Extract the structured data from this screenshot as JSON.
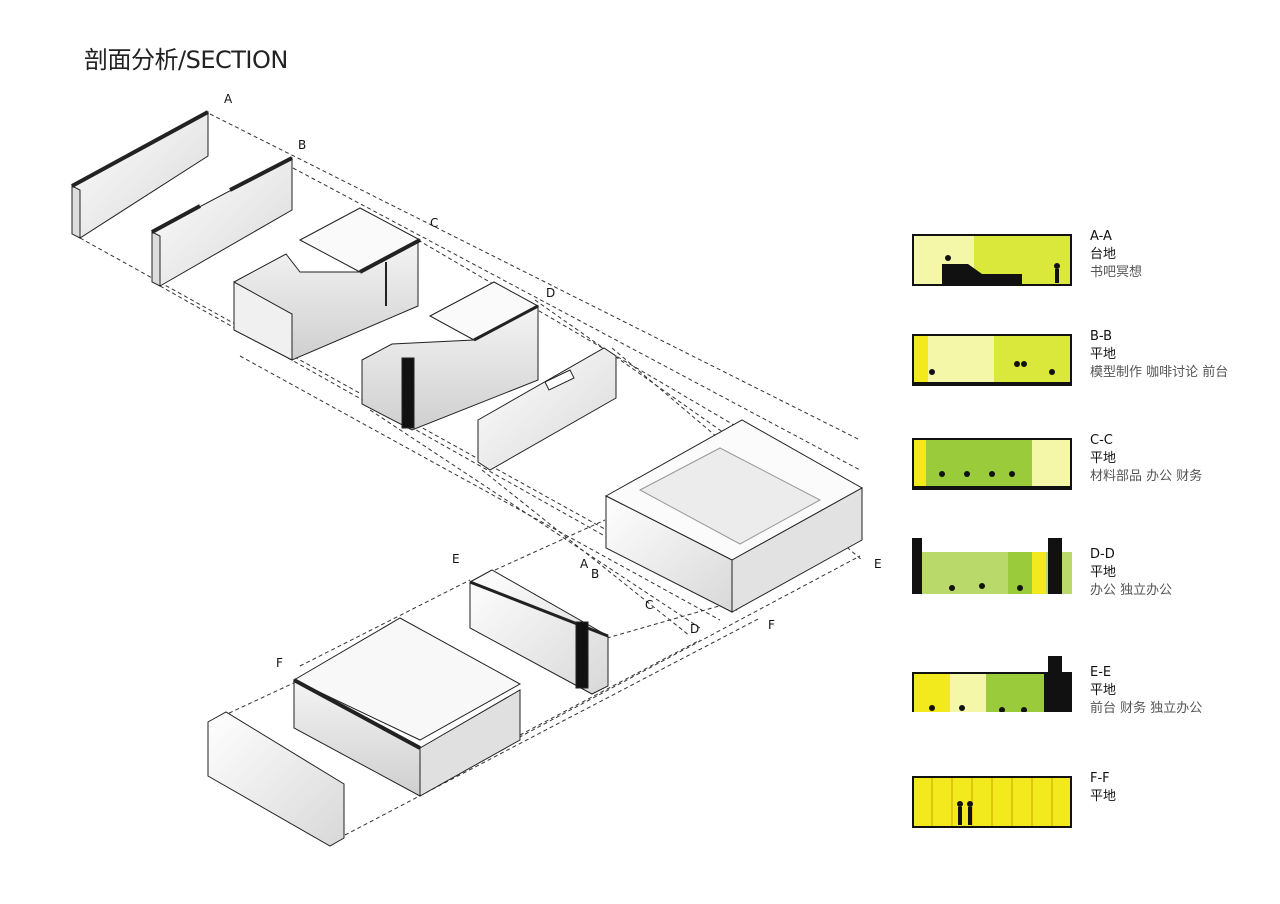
{
  "title": "剖面分析/SECTION",
  "section_markers": [
    "A",
    "B",
    "C",
    "D",
    "E",
    "F"
  ],
  "legend": [
    {
      "id": "A-A",
      "type": "台地",
      "activities": "书吧冥想"
    },
    {
      "id": "B-B",
      "type": "平地",
      "activities": "模型制作 咖啡讨论 前台"
    },
    {
      "id": "C-C",
      "type": "平地",
      "activities": "材料部品 办公 财务"
    },
    {
      "id": "D-D",
      "type": "平地",
      "activities": "办公 独立办公"
    },
    {
      "id": "E-E",
      "type": "平地",
      "activities": "前台 财务 独立办公"
    },
    {
      "id": "F-F",
      "type": "平地",
      "activities": ""
    }
  ],
  "colors": {
    "yellow": "#f3ea1e",
    "pale_yellow": "#f4f7a8",
    "lime": "#d9e83a",
    "green": "#9acb3b",
    "light_green": "#b9d96a",
    "black": "#111111"
  }
}
